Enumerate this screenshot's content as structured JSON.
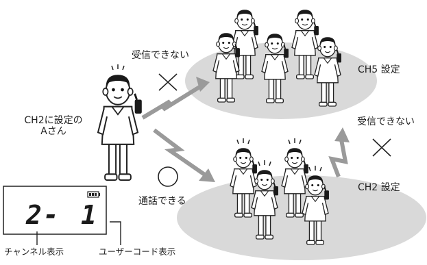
{
  "labels": {
    "caller_line1": "CH2に設定の",
    "caller_line2": "Aさん",
    "group_ch5": "CH5 設定",
    "group_ch2": "CH2 設定",
    "cannot_receive_left": "受信できない",
    "cannot_receive_right": "受信できない",
    "can_talk": "通話できる",
    "channel_display": "チャンネル表示",
    "user_code_display": "ユーザーコード表示"
  },
  "display": {
    "channel_digit": "2-",
    "user_digit": "1"
  },
  "symbols": {
    "cross": "×",
    "circle": "○"
  }
}
